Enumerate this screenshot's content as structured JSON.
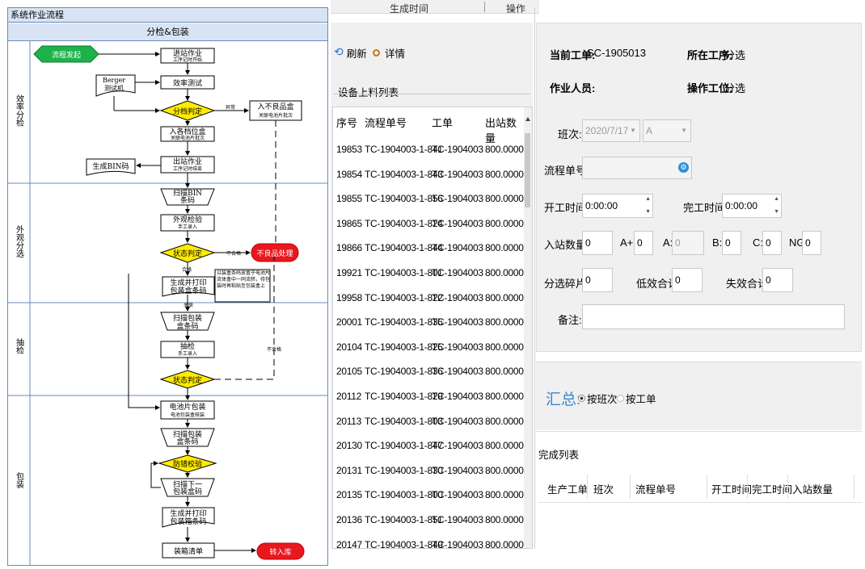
{
  "flowchart": {
    "title": "系统作业流程",
    "subtitle": "分检&包装",
    "lanes": [
      "效率分检",
      "外观分选",
      "抽检",
      "包装"
    ],
    "nodes": {
      "start": "流程发起",
      "enter_line": "进站作业",
      "enter_line_sub": "工序记时开始",
      "berger": "Berger",
      "berger_sub": "测试机",
      "eff_test": "效率测试",
      "grade_judge": "分档判定",
      "abnormal": "异常",
      "bad_box": "入不良品盒",
      "bad_box_sub": "关联电池片批次",
      "grade_box": "入各档位盒",
      "grade_box_sub": "关联电池片批次",
      "out_work": "出站作业",
      "out_work_sub": "工序记时结束",
      "gen_bin": "生成BIN码",
      "scan_bin": "扫描BIN",
      "scan_bin_2": "条码",
      "visual": "外观检验",
      "visual_sub": "手工录入",
      "status_judge": "状态判定",
      "unqualified": "不合格",
      "qualified": "合格",
      "bad_handle": "不良品处理",
      "gen_print": "生成并打印",
      "gen_print_2": "包装盒条码",
      "note": "以装盒条码放置于电池片流体盒中一同流转，待包装时再粘贴至包装盒上",
      "link": "关联",
      "scan_pack": "扫描包装",
      "scan_pack_2": "盒条码",
      "sample": "抽检",
      "sample_sub": "手工录入",
      "status_judge_2": "状态判定",
      "unqualified_2": "不合格",
      "cell_pack": "电池片包装",
      "cell_pack_sub": "电池包装盒核装",
      "scan_pack_b": "扫描包装",
      "scan_pack_b_2": "盒条码",
      "mistake": "防错校验",
      "scan_next": "扫描下一",
      "scan_next_2": "包装盒码",
      "gen_box": "生成并打印",
      "gen_box_2": "包装箱条码",
      "packing_list": "装箱清单",
      "to_stock": "转入库"
    }
  },
  "top_header": {
    "col1": "生成时间",
    "col2": "操作"
  },
  "toolbar": {
    "refresh": "刷新",
    "detail": "详情"
  },
  "device_list": {
    "title": "设备上料列表",
    "headers": [
      "序号",
      "流程单号",
      "工单",
      "出站数量"
    ],
    "rows": [
      [
        "19853",
        "TC-1904003-1-841",
        "TC-1904003",
        "800.0000"
      ],
      [
        "19854",
        "TC-1904003-1-843",
        "TC-1904003",
        "800.0000"
      ],
      [
        "19855",
        "TC-1904003-1-856",
        "TC-1904003",
        "800.0000"
      ],
      [
        "19865",
        "TC-1904003-1-824",
        "TC-1904003",
        "800.0000"
      ],
      [
        "19866",
        "TC-1904003-1-844",
        "TC-1904003",
        "800.0000"
      ],
      [
        "19921",
        "TC-1904003-1-801",
        "TC-1904003",
        "800.0000"
      ],
      [
        "19958",
        "TC-1904003-1-822",
        "TC-1904003",
        "800.0000"
      ],
      [
        "20001",
        "TC-1904003-1-835",
        "TC-1904003",
        "800.0000"
      ],
      [
        "20104",
        "TC-1904003-1-825",
        "TC-1904003",
        "800.0000"
      ],
      [
        "20105",
        "TC-1904003-1-836",
        "TC-1904003",
        "800.0000"
      ],
      [
        "20112",
        "TC-1904003-1-829",
        "TC-1904003",
        "800.0000"
      ],
      [
        "20113",
        "TC-1904003-1-803",
        "TC-1904003",
        "800.0000"
      ],
      [
        "20130",
        "TC-1904003-1-847",
        "TC-1904003",
        "800.0000"
      ],
      [
        "20131",
        "TC-1904003-1-830",
        "TC-1904003",
        "800.0000"
      ],
      [
        "20135",
        "TC-1904003-1-800",
        "TC-1904003",
        "800.0000"
      ],
      [
        "20136",
        "TC-1904003-1-851",
        "TC-1904003",
        "800.0000"
      ],
      [
        "20147",
        "TC-1904003-1-849",
        "TC-1904003",
        "800.0000"
      ]
    ]
  },
  "info": {
    "current_order_label": "当前工单:",
    "current_order": "SC-1905013",
    "process_label": "所在工序:",
    "process": "分选",
    "operator_label": "作业人员:",
    "station_label": "操作工位:",
    "station": "分选"
  },
  "form": {
    "shift_label": "班次:",
    "shift_date": "2020/7/17",
    "shift_value": "A",
    "flow_no_label": "流程单号:",
    "start_label": "开工时间:",
    "start_time": "0:00:00",
    "end_label": "完工时间:",
    "end_time": "0:00:00",
    "in_qty_label": "入站数量:",
    "in_qty": "0",
    "a_plus_label": "A+:",
    "a_plus": "0",
    "a_label": "A:",
    "a": "0",
    "b_label": "B:",
    "b": "0",
    "c_label": "C:",
    "c": "0",
    "ng_label": "NG:",
    "ng": "0",
    "fragment_label": "分选碎片:",
    "fragment": "0",
    "low_eff_label": "低效合计:",
    "low_eff": "0",
    "fail_label": "失效合计:",
    "fail": "0",
    "remark_label": "备注:"
  },
  "summary": {
    "title": "汇总:",
    "opt_shift": "按班次",
    "opt_order": "按工单"
  },
  "done_list": {
    "title": "完成列表",
    "headers": [
      "生产工单",
      "班次",
      "流程单号",
      "开工时间",
      "完工时间",
      "入站数量"
    ]
  }
}
